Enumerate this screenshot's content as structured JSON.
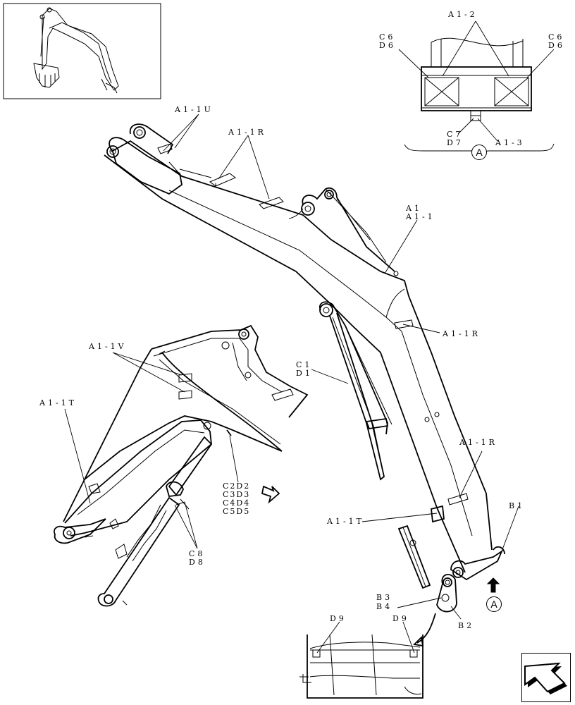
{
  "labels": {
    "a1_2": "A1-2",
    "c6_left": "C6",
    "d6_left": "D6",
    "c6_right": "C6",
    "d6_right": "D6",
    "c7": "C7",
    "d7": "D7",
    "a1_3": "A1-3",
    "a1_1u": "A1-1U",
    "a1_1r_top": "A1-1R",
    "a1": "A1",
    "a1_1": "A1-1",
    "a1_1r_mid": "A1-1R",
    "a1_1v": "A1-1V",
    "c1": "C1",
    "d1": "D1",
    "a1_1t_left": "A1-1T",
    "c2d2": "C2D2",
    "c3d3": "C3D3",
    "c4d4": "C4D4",
    "c5d5": "C5D5",
    "a1_1r_low": "A1-1R",
    "b1": "B1",
    "a1_1t_mid": "A1-1T",
    "c8": "C8",
    "d8": "D8",
    "b3": "B3",
    "b4": "B4",
    "b2": "B2",
    "d9_left": "D9",
    "d9_right": "D9"
  },
  "view_markers": {
    "detail_marker": "A",
    "arrow_marker": "A"
  },
  "icons": {
    "next_page": "next-page-arrow-icon"
  },
  "colors": {
    "ink": "#000000",
    "paper": "#ffffff"
  }
}
